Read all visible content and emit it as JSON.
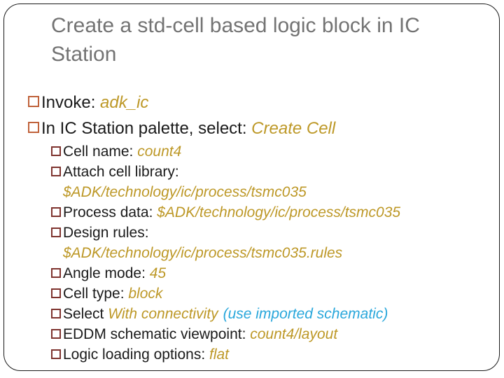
{
  "slide": {
    "title": "Create a std-cell based logic block in IC Station"
  },
  "colors": {
    "title": "#737373",
    "text": "#1a1a1a",
    "value": "#BD9827",
    "note": "#29A7DB",
    "bullet_level1": "#C0623B",
    "bullet_level2": "#7E332E",
    "border": "#1a1a1a"
  },
  "bullets": [
    {
      "level": 1,
      "segments": [
        {
          "text": "Invoke: ",
          "style": "plain"
        },
        {
          "text": "adk_ic",
          "style": "value"
        }
      ]
    },
    {
      "level": 1,
      "segments": [
        {
          "text": "In IC Station palette, select: ",
          "style": "plain"
        },
        {
          "text": "Create Cell",
          "style": "value"
        }
      ]
    },
    {
      "level": 2,
      "segments": [
        {
          "text": "Cell name: ",
          "style": "plain"
        },
        {
          "text": "count4",
          "style": "value"
        }
      ]
    },
    {
      "level": 2,
      "segments": [
        {
          "text": "Attach cell library:",
          "style": "plain"
        },
        {
          "break": true
        },
        {
          "text": "$ADK/technology/ic/process/tsmc035",
          "style": "value"
        }
      ]
    },
    {
      "level": 2,
      "segments": [
        {
          "text": "Process data: ",
          "style": "plain"
        },
        {
          "text": "$ADK/technology/ic/process/tsmc035",
          "style": "value"
        }
      ]
    },
    {
      "level": 2,
      "segments": [
        {
          "text": "Design rules:",
          "style": "plain"
        },
        {
          "break": true
        },
        {
          "text": "$ADK/technology/ic/process/tsmc035.rules",
          "style": "value"
        }
      ]
    },
    {
      "level": 2,
      "segments": [
        {
          "text": "Angle mode: ",
          "style": "plain"
        },
        {
          "text": "45",
          "style": "value"
        }
      ]
    },
    {
      "level": 2,
      "segments": [
        {
          "text": "Cell type: ",
          "style": "plain"
        },
        {
          "text": "block",
          "style": "value"
        }
      ]
    },
    {
      "level": 2,
      "segments": [
        {
          "text": "Select ",
          "style": "plain"
        },
        {
          "text": "With connectivity",
          "style": "value"
        },
        {
          "text": "(use imported schematic)",
          "style": "note"
        }
      ]
    },
    {
      "level": 2,
      "segments": [
        {
          "text": "EDDM schematic viewpoint: ",
          "style": "plain"
        },
        {
          "text": "count4/layout",
          "style": "value"
        }
      ]
    },
    {
      "level": 2,
      "segments": [
        {
          "text": "Logic loading options: ",
          "style": "plain"
        },
        {
          "text": "flat",
          "style": "value"
        }
      ]
    }
  ]
}
